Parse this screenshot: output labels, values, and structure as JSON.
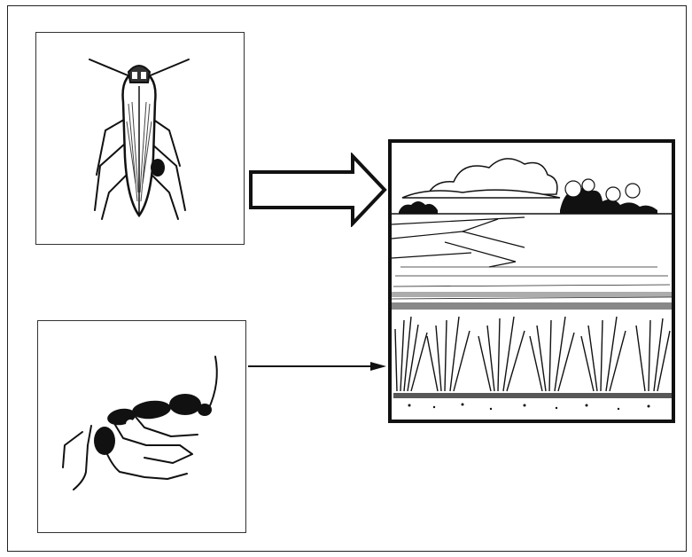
{
  "diagram": {
    "nodes": [
      {
        "id": "planthopper",
        "icon": "planthopper-insect-icon"
      },
      {
        "id": "predator-ant",
        "icon": "ant-predator-icon"
      },
      {
        "id": "rice-field",
        "icon": "rice-field-landscape-icon"
      }
    ],
    "edges": [
      {
        "from": "planthopper",
        "to": "rice-field",
        "style": "hollow-block-arrow"
      },
      {
        "from": "predator-ant",
        "to": "rice-field",
        "style": "thin-line-arrow"
      }
    ],
    "colors": {
      "ink": "#111111",
      "background": "#ffffff",
      "frame": "#222222"
    }
  }
}
